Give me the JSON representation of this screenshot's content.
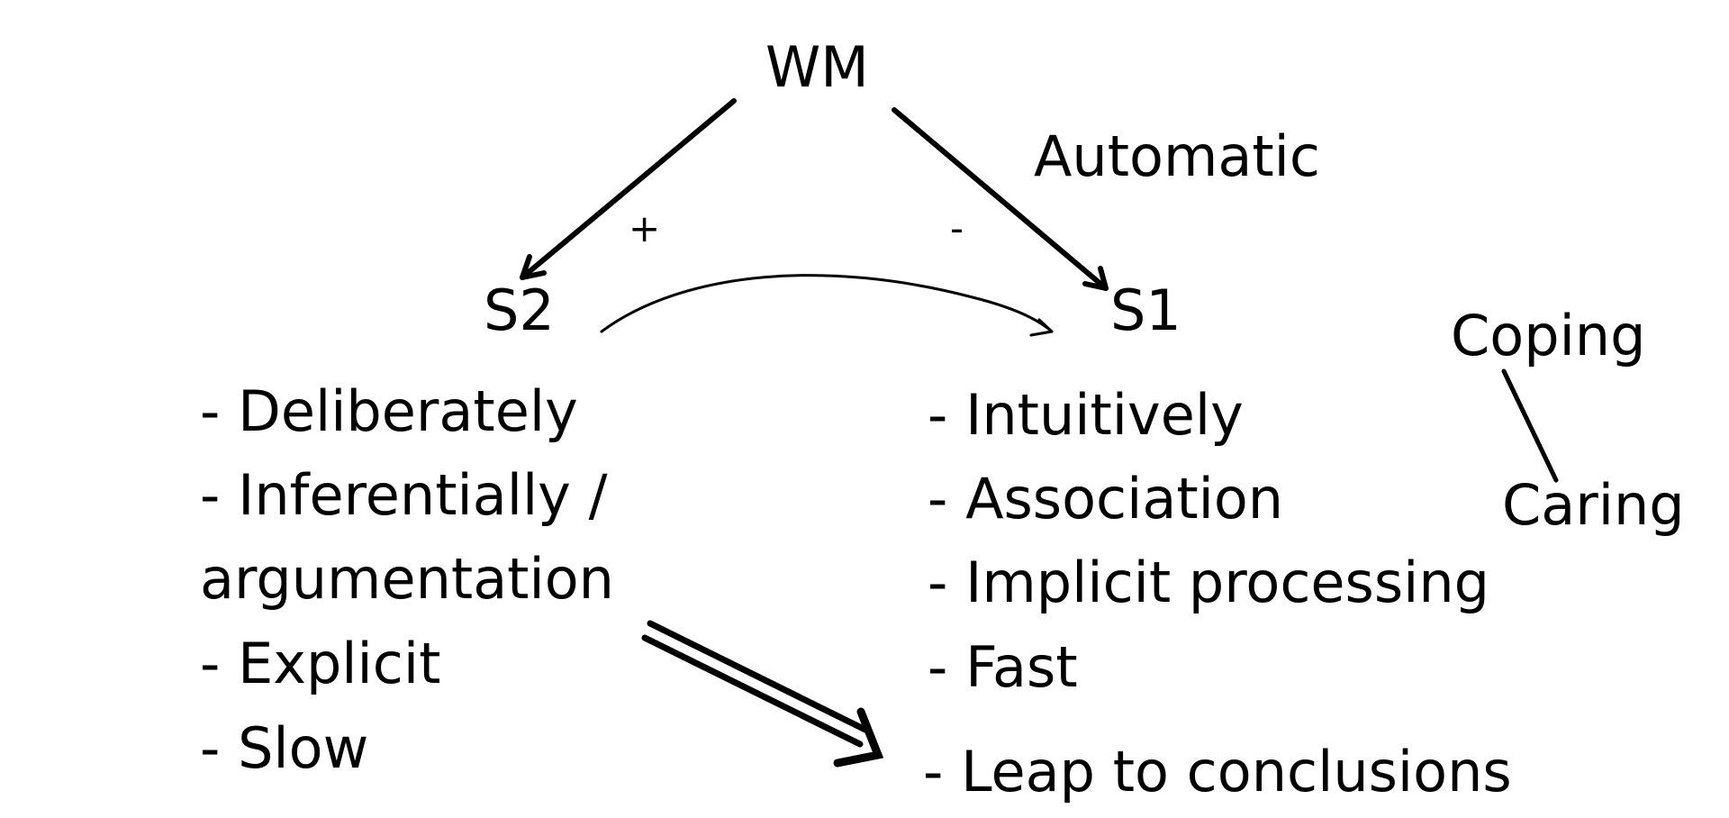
{
  "colors": {
    "ink": "#000000",
    "background": "#ffffff"
  },
  "nodes": {
    "wm": "WM",
    "s2": "S2",
    "s1": "S1"
  },
  "edge_labels": {
    "plus": "+",
    "minus": "-",
    "automatic": "Automatic"
  },
  "side_labels": {
    "coping": "Coping",
    "caring": "Caring"
  },
  "s2_list": [
    "- Deliberately",
    "- Inferentially /",
    "argumentation",
    "- Explicit",
    "- Slow"
  ],
  "s1_list": [
    "- Intuitively",
    "- Association",
    "- Implicit processing",
    "- Fast"
  ],
  "conclusion": "- Leap to conclusions"
}
